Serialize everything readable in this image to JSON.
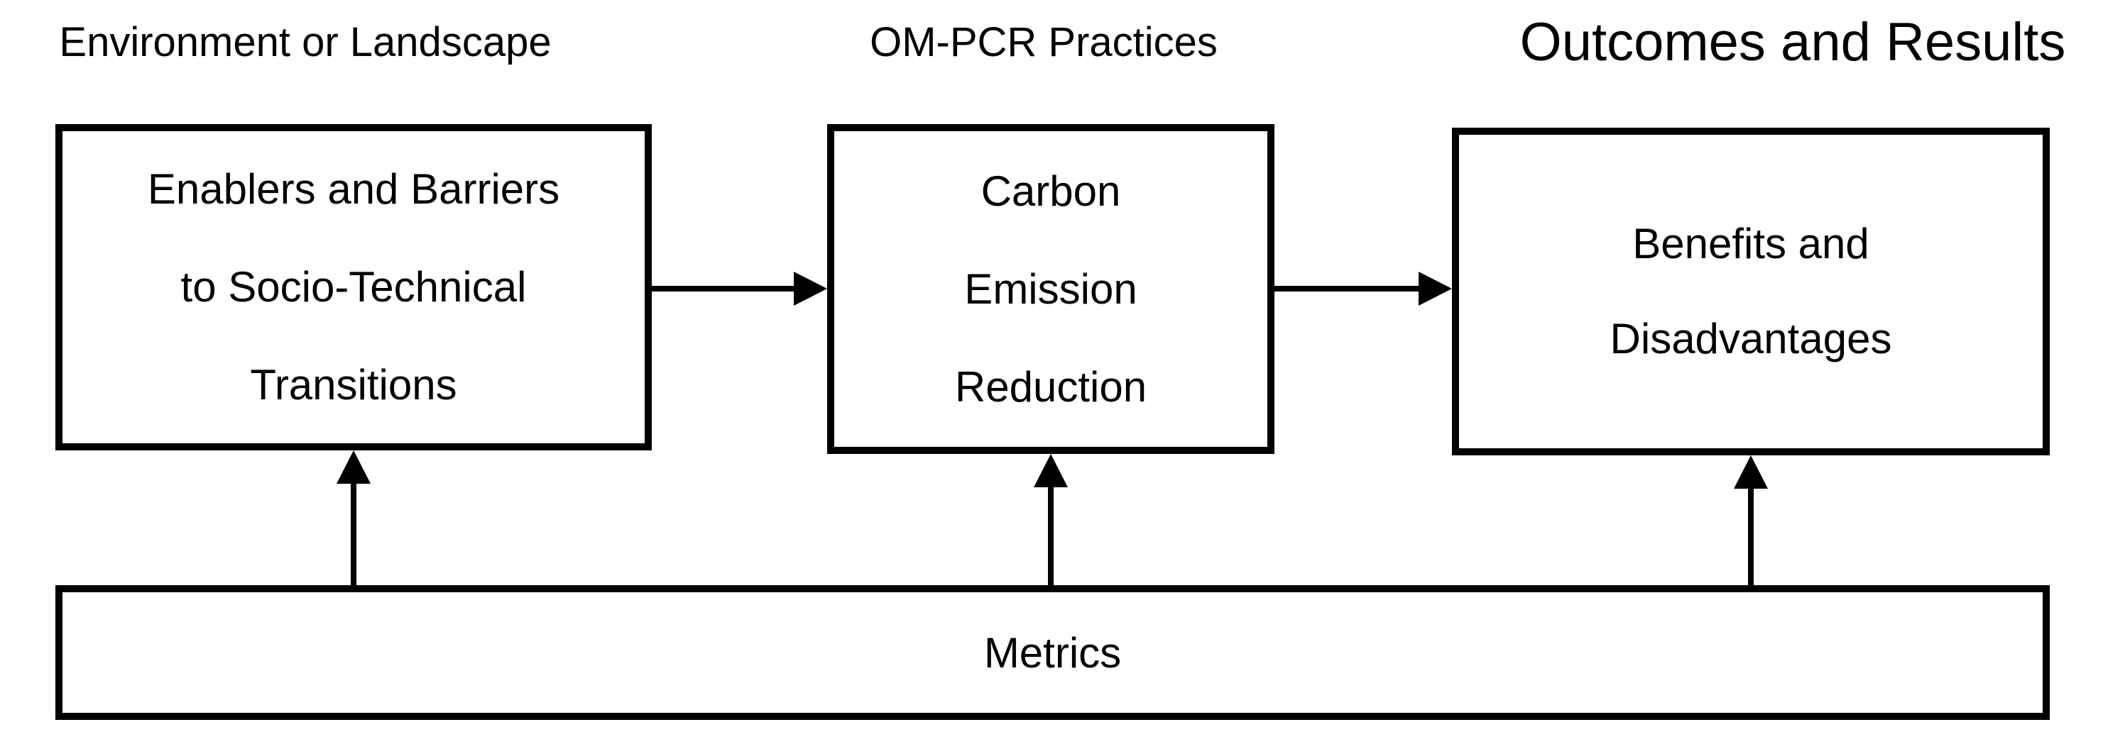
{
  "headings": {
    "environment": "Environment or Landscape",
    "practices": "OM-PCR Practices",
    "outcomes": "Outcomes and Results"
  },
  "boxes": {
    "enablers": {
      "lines": [
        "Enablers and Barriers",
        "to Socio-Technical",
        "Transitions"
      ]
    },
    "carbon": {
      "lines": [
        "Carbon",
        "Emission",
        "Reduction"
      ]
    },
    "benefits": {
      "lines": [
        "Benefits and",
        "Disadvantages"
      ]
    },
    "metrics": {
      "label": "Metrics"
    }
  }
}
